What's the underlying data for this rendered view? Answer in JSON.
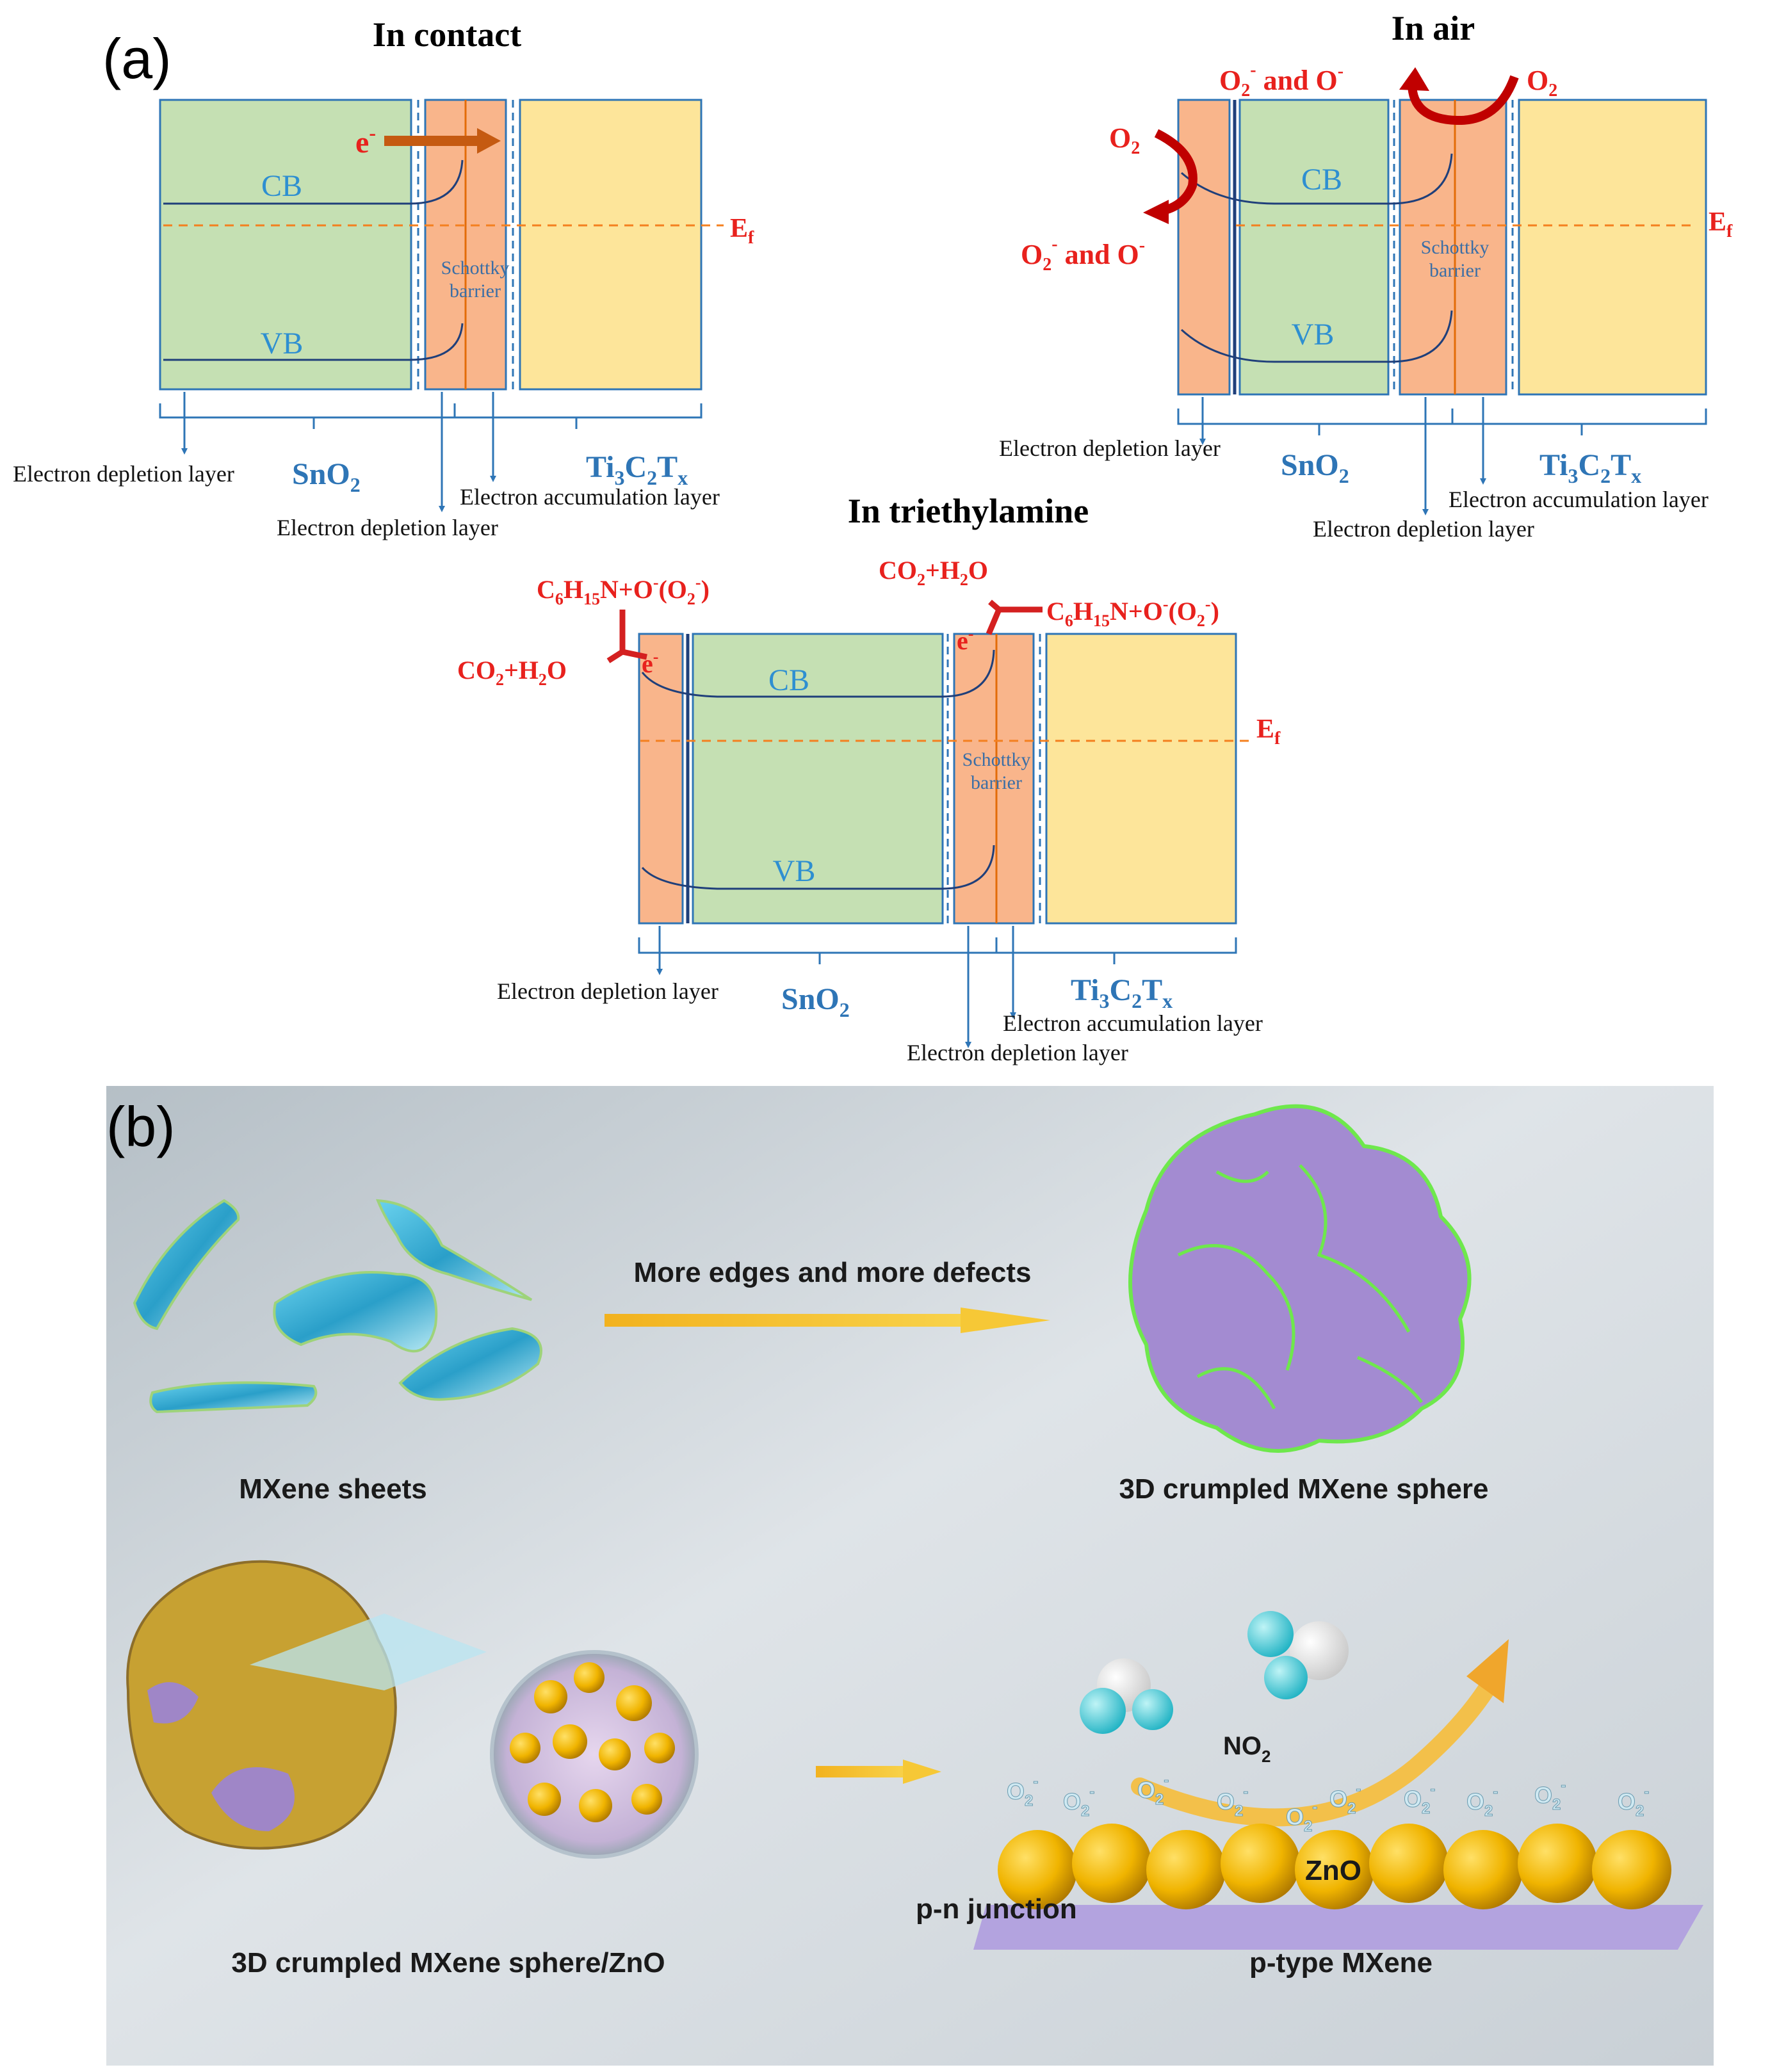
{
  "panel_a": {
    "label": "(a)",
    "in_contact": {
      "title": "In contact",
      "electron": "e",
      "electron_sup": "-",
      "cb": "CB",
      "vb": "VB",
      "ef": "E",
      "ef_sub": "f",
      "barrier_line1": "Schottky",
      "barrier_line2": "barrier",
      "depletion_left": "Electron depletion layer",
      "sno2": "SnO",
      "sno2_sub": "2",
      "depletion_mid": "Electron depletion layer",
      "accumulation": "Electron accumulation layer",
      "ti_a": "Ti",
      "ti_sub1": "3",
      "ti_b": "C",
      "ti_sub2": "2",
      "ti_c": "T",
      "ti_sub3": "x"
    },
    "in_air": {
      "title": "In air",
      "o2_top_a": "O",
      "o2_top_sub": "2",
      "o2_top_sup": "-",
      "o2_top_b": " and O",
      "o2_top_sup2": "-",
      "o2_right": "O",
      "o2_right_sub": "2",
      "o2_left": "O",
      "o2_left_sub": "2",
      "o2_low_a": "O",
      "o2_low_sub": "2",
      "o2_low_sup": "-",
      "o2_low_b": " and O",
      "o2_low_sup2": "-",
      "cb": "CB",
      "vb": "VB",
      "ef": "E",
      "ef_sub": "f",
      "barrier_line1": "Schottky",
      "barrier_line2": "barrier",
      "depletion_left": "Electron depletion layer",
      "sno2": "SnO",
      "sno2_sub": "2",
      "accumulation": "Electron accumulation layer",
      "depletion_mid": "Electron depletion layer",
      "ti_a": "Ti",
      "ti_sub1": "3",
      "ti_b": "C",
      "ti_sub2": "2",
      "ti_c": "T",
      "ti_sub3": "x"
    },
    "in_tea": {
      "title": "In triethylamine",
      "react_left_a": "C",
      "react_left_sub1": "6",
      "react_left_b": "H",
      "react_left_sub2": "15",
      "react_left_c": "N+O",
      "react_left_sup": "-",
      "react_left_d": "(O",
      "react_left_sub3": "2",
      "react_left_sup2": "-",
      "react_left_e": ")",
      "prod_left_a": "CO",
      "prod_left_sub": "2",
      "prod_left_b": "+H",
      "prod_left_sub2": "2",
      "prod_left_c": "O",
      "prod_right_a": "CO",
      "prod_right_sub": "2",
      "prod_right_b": "+H",
      "prod_right_sub2": "2",
      "prod_right_c": "O",
      "react_right_a": "C",
      "react_right_sub1": "6",
      "react_right_b": "H",
      "react_right_sub2": "15",
      "react_right_c": "N+O",
      "react_right_sup": "-",
      "react_right_d": "(O",
      "react_right_sub3": "2",
      "react_right_sup2": "-",
      "react_right_e": ")",
      "electron": "e",
      "electron_sup": "-",
      "cb": "CB",
      "vb": "VB",
      "ef": "E",
      "ef_sub": "f",
      "barrier_line1": "Schottky",
      "barrier_line2": "barrier",
      "depletion_left": "Electron depletion layer",
      "sno2": "SnO",
      "sno2_sub": "2",
      "accumulation": "Electron accumulation layer",
      "depletion_mid": "Electron depletion layer",
      "ti_a": "Ti",
      "ti_sub1": "3",
      "ti_b": "C",
      "ti_sub2": "2",
      "ti_c": "T",
      "ti_sub3": "x"
    }
  },
  "panel_b": {
    "label": "(b)",
    "arrow_text": "More edges and more defects",
    "mxene_sheets": "MXene sheets",
    "crumpled_sphere": "3D crumpled MXene sphere",
    "sphere_zno": "3D crumpled MXene sphere/ZnO",
    "no2_a": "NO",
    "no2_sub": "2",
    "o2_ion_a": "O",
    "o2_ion_sub": "2",
    "o2_ion_sup": "-",
    "zno": "ZnO",
    "pn_junction": "p-n junction",
    "p_type": "p-type MXene"
  },
  "colors": {
    "green_block": "#c5e0b3",
    "orange_block": "#f9b58b",
    "yellow_block": "#fde59a",
    "blue_line": "#2e75b6",
    "dark_blue": "#1f3f7a",
    "red_text": "#e8211d",
    "orange_dash": "#f4801f",
    "band_text": "#2e8fd1"
  }
}
